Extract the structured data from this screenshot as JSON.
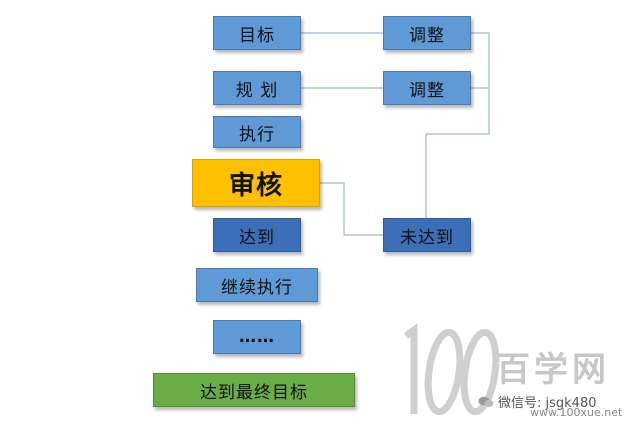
{
  "diagram": {
    "nodes": {
      "goal": "目标",
      "plan": "规 划",
      "execute": "执行",
      "review": "审核",
      "reached": "达到",
      "continue": "继续执行",
      "dots": "……",
      "final": "达到最终目标",
      "adjust1": "调整",
      "adjust2": "调整",
      "not_reached": "未达到"
    },
    "colors": {
      "light_box": "#5f9ad6",
      "dark_box": "#3d6fb8",
      "review_box": "#ffc000",
      "final_box": "#6aac46",
      "connector": "#9db8d6"
    }
  },
  "watermark": {
    "logo_text": "100",
    "brand": "百学网",
    "wechat": "微信号: jsgk480",
    "url": "www.100xue.net",
    "icon": "wechat-icon"
  }
}
